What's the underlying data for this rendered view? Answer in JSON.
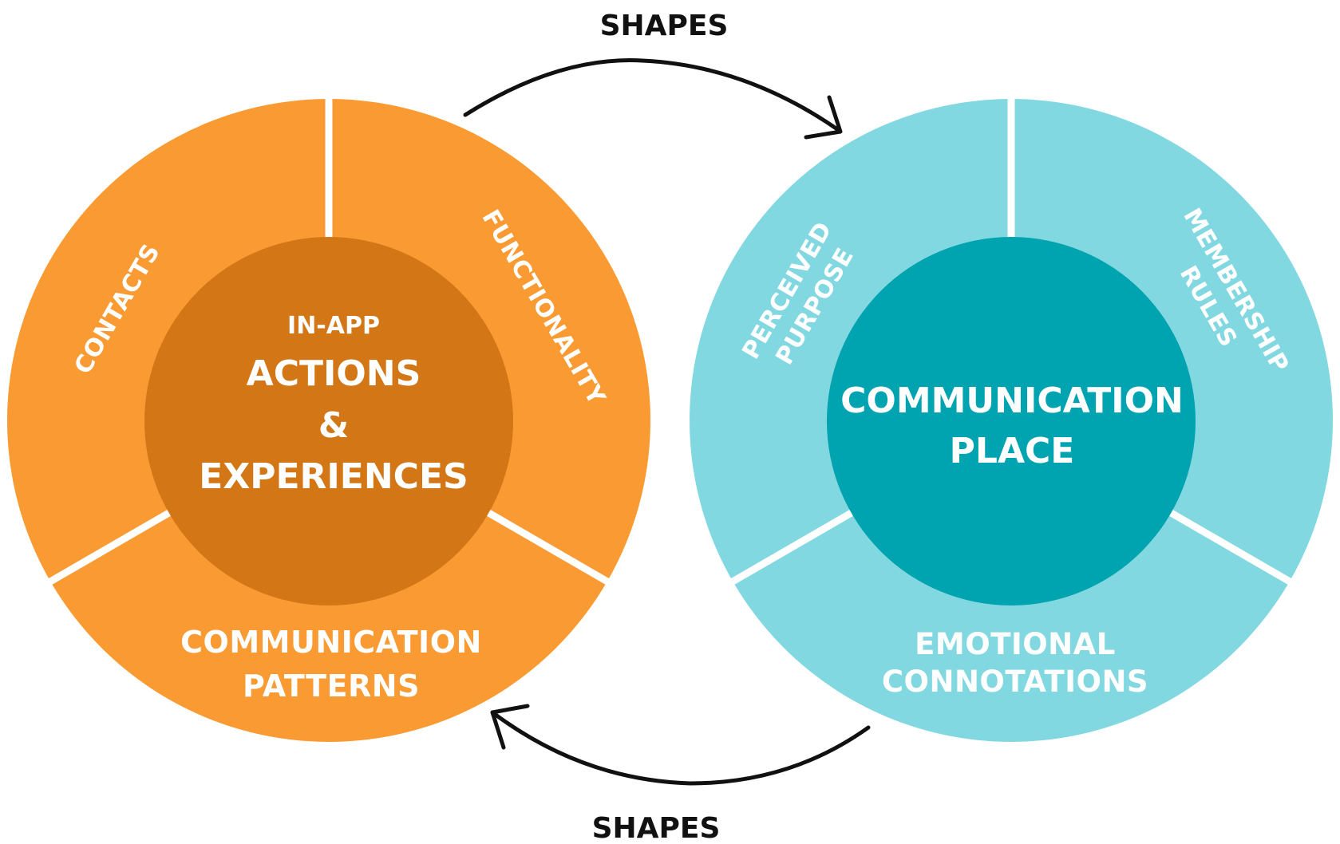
{
  "colors": {
    "orange_outer": "#FA9A32",
    "orange_inner": "#D37616",
    "teal_outer": "#82D8E0",
    "teal_inner": "#00A3B0",
    "divider": "#FFFFFF",
    "text_light": "#FFFFFF",
    "text_dark": "#111111"
  },
  "left_circle": {
    "core_lines": [
      "IN-APP",
      "ACTIONS",
      "&",
      "EXPERIENCES"
    ],
    "segments": {
      "contacts": "CONTACTS",
      "functionality": "FUNCTIONALITY",
      "communication_patterns": [
        "COMMUNICATION",
        "PATTERNS"
      ]
    }
  },
  "right_circle": {
    "core_lines": [
      "COMMUNICATION",
      "PLACE"
    ],
    "segments": {
      "perceived_purpose": [
        "PERCEIVED",
        "PURPOSE"
      ],
      "membership_rules": [
        "MEMBERSHIP",
        "RULES"
      ],
      "emotional_connotations": [
        "EMOTIONAL",
        "CONNOTATIONS"
      ]
    }
  },
  "relations": {
    "top_label": "SHAPES",
    "bottom_label": "SHAPES"
  }
}
